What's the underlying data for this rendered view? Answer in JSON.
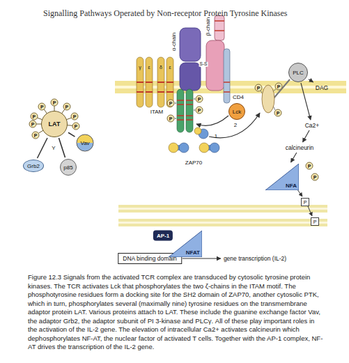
{
  "diagram": {
    "title": "Signalling Pathways Operated by Non-receptor Protein Tyrosine Kinases",
    "caption": "Figure 12.3 Signals from the activated TCR complex are transduced by cytosolic tyrosine protein kinases. The TCR activates Lck that phosphorylates the two ζ-chains in the ITAM motif. The phosphotyrosine residues form a docking site for the SH2 domain of ZAP70, another cytosolic PTK, which in turn, phosphorylates several (maximally nine) tyrosine residues on the transmembrane adaptor protein LAT. Various proteins attach to LAT. These include the guanine exchange factor Vav, the adaptor Grb2, the adaptor subunit of PI 3-kinase and PLCγ. All of these play important roles in the activation of the IL-2 gene. The elevation of intracellular Ca2+ activates calcineurin which dephosphorylates NF-AT, the nuclear factor of activated T cells. Together with the AP-1 complex, NF-AT drives the transcription of the IL-2 gene.",
    "nodes": [
      {
        "text": [
          "LAT"
        ]
      },
      {
        "text": [
          "Grb2"
        ]
      },
      {
        "text": [
          "p85"
        ]
      },
      {
        "text": [
          "Vav"
        ]
      },
      {
        "text": [
          "Lck"
        ]
      },
      {
        "text": [
          "PLC"
        ]
      },
      {
        "text": [
          "DAG"
        ]
      },
      {
        "text": [
          "Ca2+"
        ]
      },
      {
        "text": [
          "calcineurin"
        ]
      },
      {
        "text": [
          "NFA"
        ]
      },
      {
        "text": [
          "DNA binding domain"
        ]
      },
      {
        "text": [
          "gene transcription (IL-2)"
        ]
      },
      {
        "text": [
          "AP-1"
        ]
      },
      {
        "text": [
          "NFAT"
        ]
      }
    ],
    "edges": [
      {
        "from": 0,
        "to": 1,
        "arrow": "none"
      },
      {
        "from": 0,
        "to": 2,
        "arrow": "none"
      },
      {
        "from": 0,
        "to": 3,
        "arrow": "none"
      },
      {
        "from": 5,
        "to": 6,
        "arrow": "to"
      },
      {
        "from": 5,
        "to": 7,
        "arrow": "to"
      },
      {
        "from": 7,
        "to": 8,
        "arrow": "to"
      },
      {
        "from": 8,
        "to": 9,
        "arrow": "to"
      },
      {
        "from": 10,
        "to": 11,
        "arrow": "to"
      }
    ],
    "labels": [
      "α-chain",
      "S-S",
      "β-chain",
      "γ",
      "ε",
      "δ",
      "ε",
      "CD4",
      "ITAM",
      "ZAP70",
      "1",
      "2",
      "P",
      "P",
      "P",
      "P",
      "P",
      "P",
      "P",
      "P",
      "P",
      "P",
      "P",
      "P",
      "Y",
      "P",
      "P",
      "P",
      "P",
      "P",
      "P",
      "P"
    ]
  }
}
